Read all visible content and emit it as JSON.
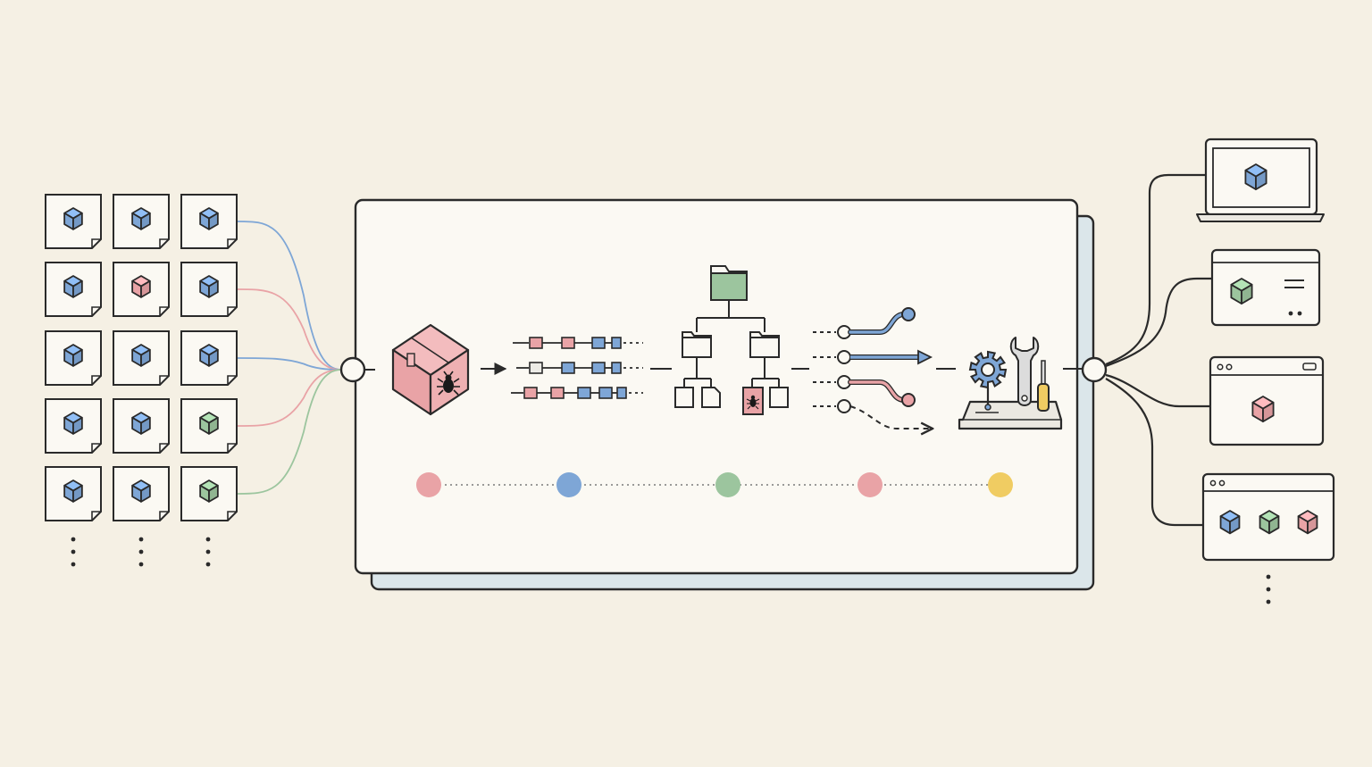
{
  "colors": {
    "background": "#f5f0e4",
    "ink": "#2a2a2a",
    "paper": "#fbf9f3",
    "blue": "#7ea6d6",
    "pink": "#e9a3a6",
    "green": "#9cc59e",
    "yellow": "#f0cc62",
    "shadow_panel": "#dbe6ea"
  },
  "grid": {
    "rows": [
      [
        "blue",
        "blue",
        "blue"
      ],
      [
        "blue",
        "pink",
        "blue"
      ],
      [
        "blue",
        "blue",
        "blue"
      ],
      [
        "blue",
        "blue",
        "green"
      ],
      [
        "blue",
        "blue",
        "green"
      ]
    ],
    "connector_colors": [
      "blue",
      "pink",
      "blue",
      "pink",
      "green"
    ]
  },
  "pipeline": {
    "stages": [
      {
        "name": "buggy-package",
        "icon": "package-with-bug-icon"
      },
      {
        "name": "dependency-chains",
        "icon": "dependency-chain-icon"
      },
      {
        "name": "file-tree",
        "icon": "folder-tree-icon"
      },
      {
        "name": "branching-paths",
        "icon": "branch-paths-icon"
      },
      {
        "name": "repair-tools",
        "icon": "gear-wrench-screwdriver-icon"
      }
    ],
    "timeline_dots": [
      "pink",
      "blue",
      "green",
      "pink",
      "yellow"
    ]
  },
  "outputs": [
    {
      "name": "laptop",
      "icon": "laptop-icon",
      "cubes": [
        "blue"
      ]
    },
    {
      "name": "server",
      "icon": "server-icon",
      "cubes": [
        "green"
      ]
    },
    {
      "name": "browser-window",
      "icon": "browser-window-icon",
      "cubes": [
        "pink"
      ]
    },
    {
      "name": "app-window",
      "icon": "app-window-icon",
      "cubes": [
        "blue",
        "green",
        "pink"
      ]
    }
  ]
}
